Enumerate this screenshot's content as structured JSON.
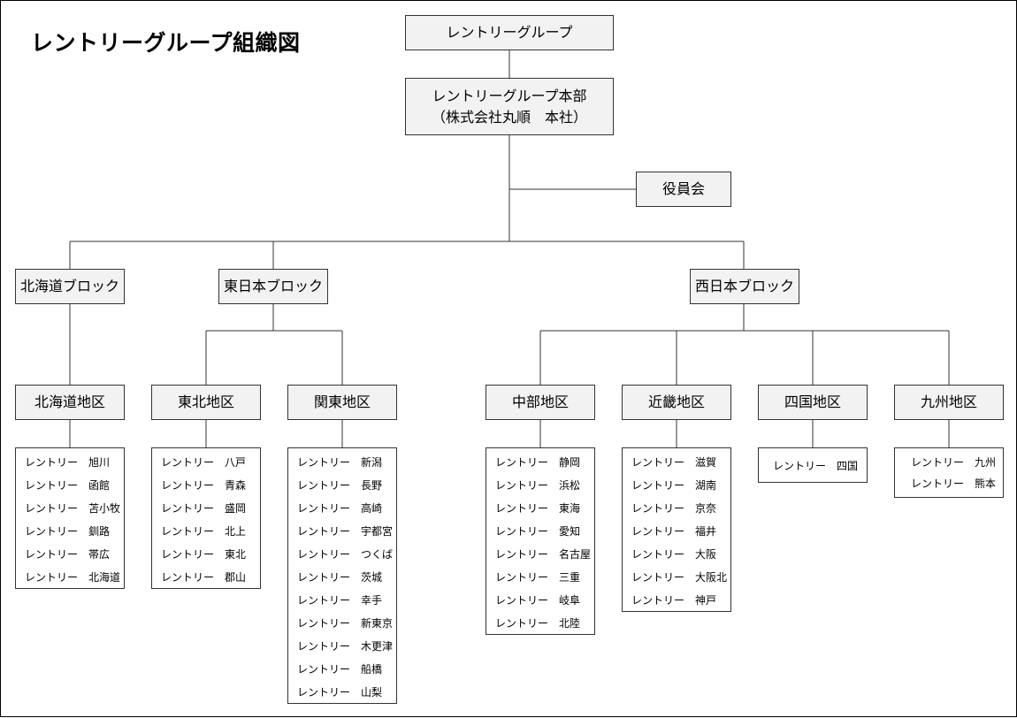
{
  "title": "レントリーグループ組織図",
  "nodes": {
    "group": "レントリーグループ",
    "hq_line1": "レントリーグループ本部",
    "hq_line2": "（株式会社丸順　本社）",
    "board": "役員会",
    "block_hokkaido": "北海道ブロック",
    "block_east": "東日本ブロック",
    "block_west": "西日本ブロック"
  },
  "districts": [
    {
      "name": "北海道地区",
      "branches": [
        "レントリー　旭川",
        "レントリー　函館",
        "レントリー　苫小牧",
        "レントリー　釧路",
        "レントリー　帯広",
        "レントリー　北海道"
      ]
    },
    {
      "name": "東北地区",
      "branches": [
        "レントリー　八戸",
        "レントリー　青森",
        "レントリー　盛岡",
        "レントリー　北上",
        "レントリー　東北",
        "レントリー　郡山"
      ]
    },
    {
      "name": "関東地区",
      "branches": [
        "レントリー　新潟",
        "レントリー　長野",
        "レントリー　高崎",
        "レントリー　宇都宮",
        "レントリー　つくば",
        "レントリー　茨城",
        "レントリー　幸手",
        "レントリー　新東京",
        "レントリー　木更津",
        "レントリー　船橋",
        "レントリー　山梨"
      ]
    },
    {
      "name": "中部地区",
      "branches": [
        "レントリー　静岡",
        "レントリー　浜松",
        "レントリー　東海",
        "レントリー　愛知",
        "レントリー　名古屋",
        "レントリー　三重",
        "レントリー　岐阜",
        "レントリー　北陸"
      ]
    },
    {
      "name": "近畿地区",
      "branches": [
        "レントリー　滋賀",
        "レントリー　湖南",
        "レントリー　京奈",
        "レントリー　福井",
        "レントリー　大阪",
        "レントリー　大阪北",
        "レントリー　神戸"
      ]
    },
    {
      "name": "四国地区",
      "branches": [
        "レントリー　四国"
      ]
    },
    {
      "name": "九州地区",
      "branches": [
        "レントリー　九州",
        "レントリー　熊本"
      ]
    }
  ]
}
